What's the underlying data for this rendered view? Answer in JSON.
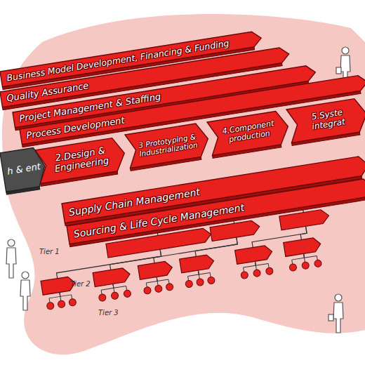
{
  "diagram": {
    "nodes": [
      {
        "text": [
          "Business Model Development, Financing & Funding"
        ]
      },
      {
        "text": [
          "Quality Assurance"
        ]
      },
      {
        "text": [
          "Project Management & Staffing"
        ]
      },
      {
        "text": [
          "Process Development"
        ]
      },
      {
        "text": [
          "h & ent"
        ]
      },
      {
        "text": [
          "2.Design & Engineering"
        ]
      },
      {
        "text": [
          "3 Prototyping & Industrialization"
        ]
      },
      {
        "text": [
          "4.Component production"
        ]
      },
      {
        "text": [
          "5.Syste integrat"
        ]
      },
      {
        "text": [
          "Supply Chain Management"
        ]
      },
      {
        "text": [
          "Sourcing & Life Cycle Management"
        ]
      }
    ],
    "labels": [
      "Tier 1",
      "Tier 2",
      "Tier 3"
    ]
  }
}
